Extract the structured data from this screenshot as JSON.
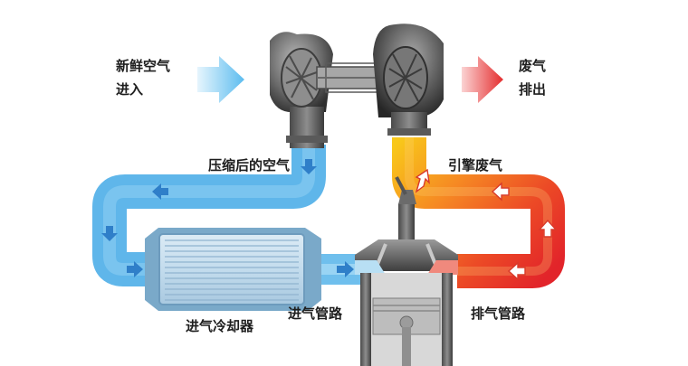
{
  "labels": {
    "fresh_air_line1": "新鲜空气",
    "fresh_air_line2": "进入",
    "exhaust_line1": "废气",
    "exhaust_line2": "排出",
    "compressed_air": "压缩后的空气",
    "engine_exhaust": "引擎废气",
    "intercooler": "进气冷却器",
    "intake_manifold": "进气管路",
    "exhaust_manifold": "排气管路"
  },
  "colors": {
    "cold_flow": "#5fb6ea",
    "cold_flow_light": "#9fd6f4",
    "hot_flow_start": "#f7c21a",
    "hot_flow_mid": "#f57c22",
    "hot_flow_end": "#e42d26",
    "inlet_arrow": "#6ec3ef",
    "outlet_arrow": "#e8323a",
    "direction_marker": "#2f7fc9",
    "hot_marker": "#ffffff",
    "metal_dark": "#3a3a3a",
    "metal_mid": "#7a7a7a",
    "metal_light": "#c9c9c9"
  },
  "icons": {
    "fresh_air_arrow": "arrow-right-icon",
    "exhaust_out_arrow": "arrow-right-icon",
    "flow_direction": "chevron-arrow-icon"
  }
}
